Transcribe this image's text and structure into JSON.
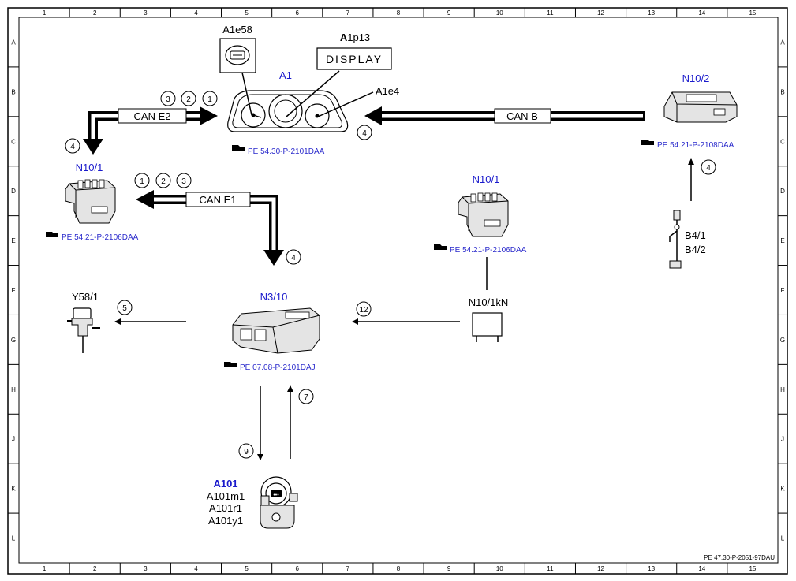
{
  "frame": {
    "columns": [
      "1",
      "2",
      "3",
      "4",
      "5",
      "6",
      "7",
      "8",
      "9",
      "10",
      "11",
      "12",
      "13",
      "14",
      "15"
    ],
    "rows": [
      "A",
      "B",
      "C",
      "D",
      "E",
      "F",
      "G",
      "H",
      "J",
      "K",
      "L"
    ],
    "doc_id": "PE 47.30-P-2051-97DAU"
  },
  "components": {
    "a1_label": "A1",
    "a1e58_label": "A1e58",
    "a1p13_label_bold": "A",
    "a1p13_label_rest": "1p13",
    "a1p13_display_text": "DISPLAY",
    "a1e4_label": "A1e4",
    "a1_ref": "PE 54.30-P-2101DAA",
    "n10_2_label": "N10/2",
    "n10_2_ref": "PE 54.21-P-2108DAA",
    "n10_1_left_label": "N10/1",
    "n10_1_left_ref": "PE 54.21-P-2106DAA",
    "n10_1_right_label": "N10/1",
    "n10_1_right_ref": "PE 54.21-P-2106DAA",
    "n3_10_label": "N3/10",
    "n3_10_ref": "PE 07.08-P-2101DAJ",
    "y58_1_label": "Y58/1",
    "n10_1kn_label": "N10/1kN",
    "b4_1_label": "B4/1",
    "b4_2_label": "B4/2",
    "a101_label": "A101",
    "a101m1_label": "A101m1",
    "a101r1_label": "A101r1",
    "a101y1_label": "A101y1"
  },
  "buses": {
    "can_e2": "CAN E2",
    "can_b": "CAN B",
    "can_e1": "CAN E1"
  },
  "markers": {
    "e2_1": "1",
    "e2_2": "2",
    "e2_3": "3",
    "e2_4": "4",
    "canb_4": "4",
    "e1_1": "1",
    "e1_2": "2",
    "e1_3": "3",
    "e1_4": "4",
    "n10_2_4": "4",
    "y58_5": "5",
    "n10kn_12": "12",
    "a101_7": "7",
    "a101_9": "9"
  }
}
